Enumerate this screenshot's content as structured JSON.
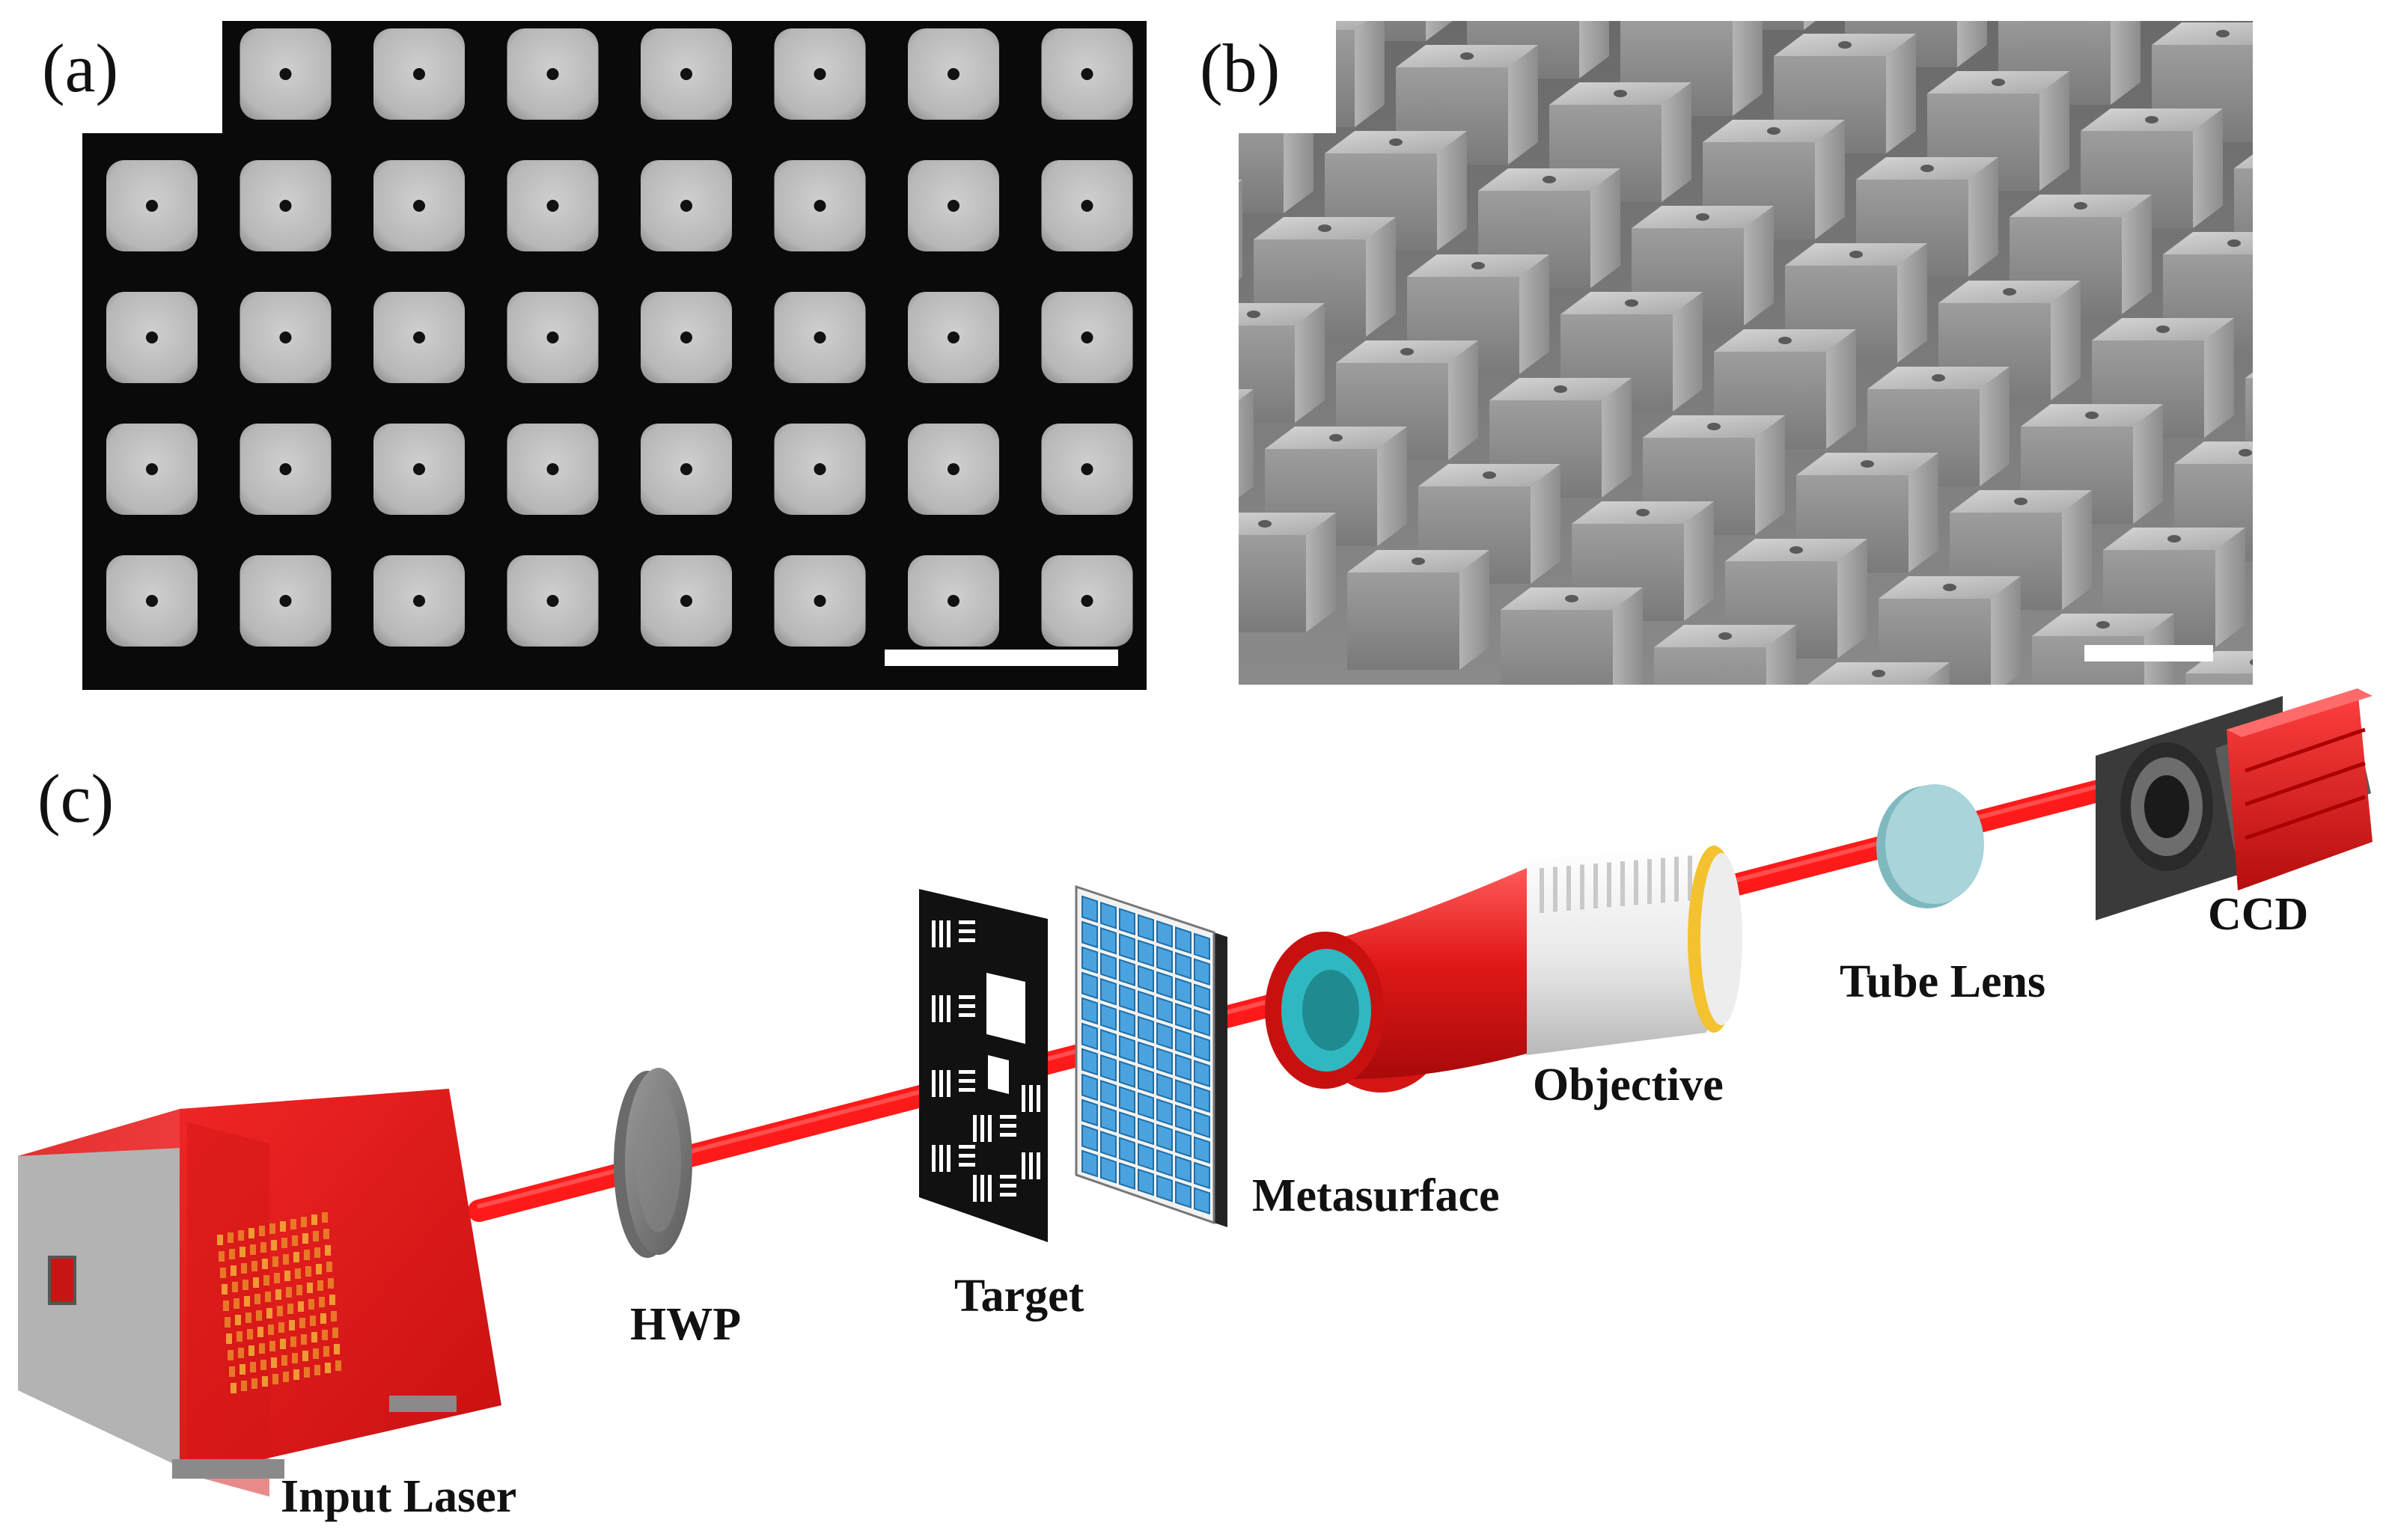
{
  "panels": {
    "a": {
      "label": "(a)",
      "rows": 5,
      "cols": 8
    },
    "b": {
      "label": "(b)"
    },
    "c": {
      "label": "(c)"
    }
  },
  "components": {
    "laser": "Input Laser",
    "hwp": "HWP",
    "target": "Target",
    "metasurface": "Metasurface",
    "objective": "Objective",
    "tube_lens": "Tube Lens",
    "ccd": "CCD"
  },
  "colors": {
    "beam": "#ff1a1a",
    "laser_body": "#e01818",
    "sem_background": "#0a0a0a",
    "pillar": "#c2c2c2",
    "metasurface_cell": "#4aa3df",
    "lens_glass": "#9ccfd6",
    "objective_cyan": "#2fb8c0"
  }
}
